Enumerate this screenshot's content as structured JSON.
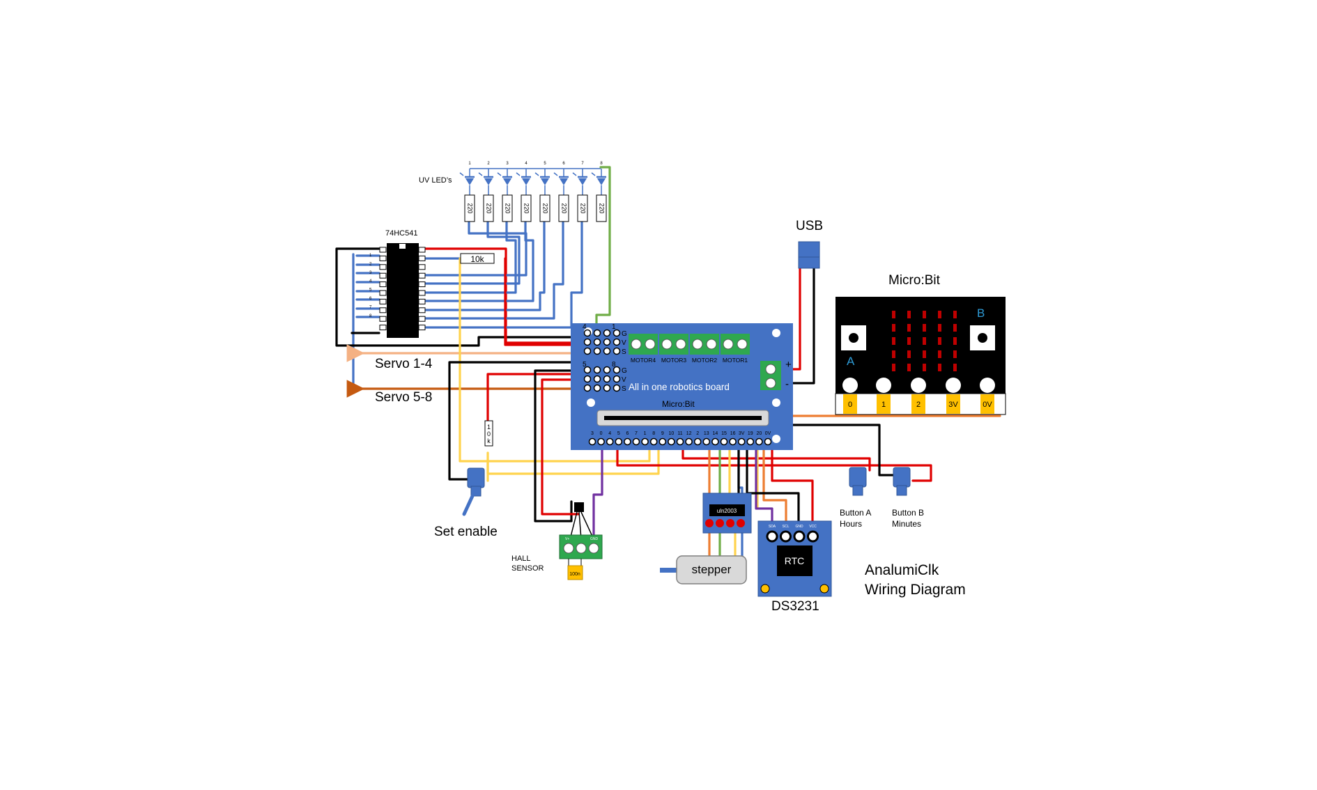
{
  "diagram": {
    "title_line1": "AnalumiClk",
    "title_line2": "Wiring Diagram",
    "uv_leds_label": "UV LED’s",
    "led_numbers": [
      "1",
      "2",
      "3",
      "4",
      "5",
      "6",
      "7",
      "8"
    ],
    "resistor_value": "220",
    "chip_label": "74HC541",
    "chip_pin_numbers": [
      "1",
      "2",
      "3",
      "4",
      "5",
      "6",
      "7",
      "8"
    ],
    "pullup_resistor": "10k",
    "pulldown_resistor": "10k",
    "servo_1_4": "Servo 1-4",
    "servo_5_8": "Servo 5-8",
    "set_enable": "Set enable",
    "usb": "USB",
    "robotics_board": {
      "name": "All in one robotics  board",
      "slot_label": "Micro:Bit",
      "motors": [
        "MOTOR4",
        "MOTOR3",
        "MOTOR2",
        "MOTOR1"
      ],
      "servo_header_top": [
        "4",
        "1"
      ],
      "servo_header_bottom": [
        "5",
        "8"
      ],
      "gvs_labels": [
        "G",
        "V",
        "S"
      ],
      "power_plus": "+",
      "power_minus": "-",
      "edge_pins": [
        "3",
        "0",
        "4",
        "5",
        "6",
        "7",
        "1",
        "8",
        "9",
        "10",
        "11",
        "12",
        "2",
        "13",
        "14",
        "15",
        "16",
        "3V",
        "19",
        "20",
        "0V"
      ]
    },
    "microbit": {
      "title": "Micro:Bit",
      "button_a": "A",
      "button_b": "B",
      "pads": [
        "0",
        "1",
        "2",
        "3V",
        "0V"
      ]
    },
    "uln_label": "uln2003",
    "stepper": "stepper",
    "rtc": {
      "chip": "RTC",
      "module": "DS3231",
      "pins": [
        "SDA",
        "SCL",
        "GND",
        "VCC"
      ]
    },
    "hall_sensor": "HALL\nSENSOR",
    "hall_pins": [
      "V+",
      "",
      "GND"
    ],
    "capacitor": "100n",
    "button_a_label": "Button A\nHours",
    "button_b_label": "Button B\nMinutes"
  },
  "colors": {
    "board_blue": "#4472c4",
    "terminal_green": "#2fa84f",
    "wire_red": "#e00000",
    "wire_black": "#000000",
    "wire_blue": "#4472c4",
    "wire_green": "#70ad47",
    "wire_yellow": "#ffd34d",
    "wire_orange": "#ed7d31",
    "wire_peach": "#f4b183",
    "wire_brown": "#c55a11",
    "wire_purple": "#7030a0",
    "pad_gold": "#ffc000",
    "led_red": "#c00000"
  }
}
